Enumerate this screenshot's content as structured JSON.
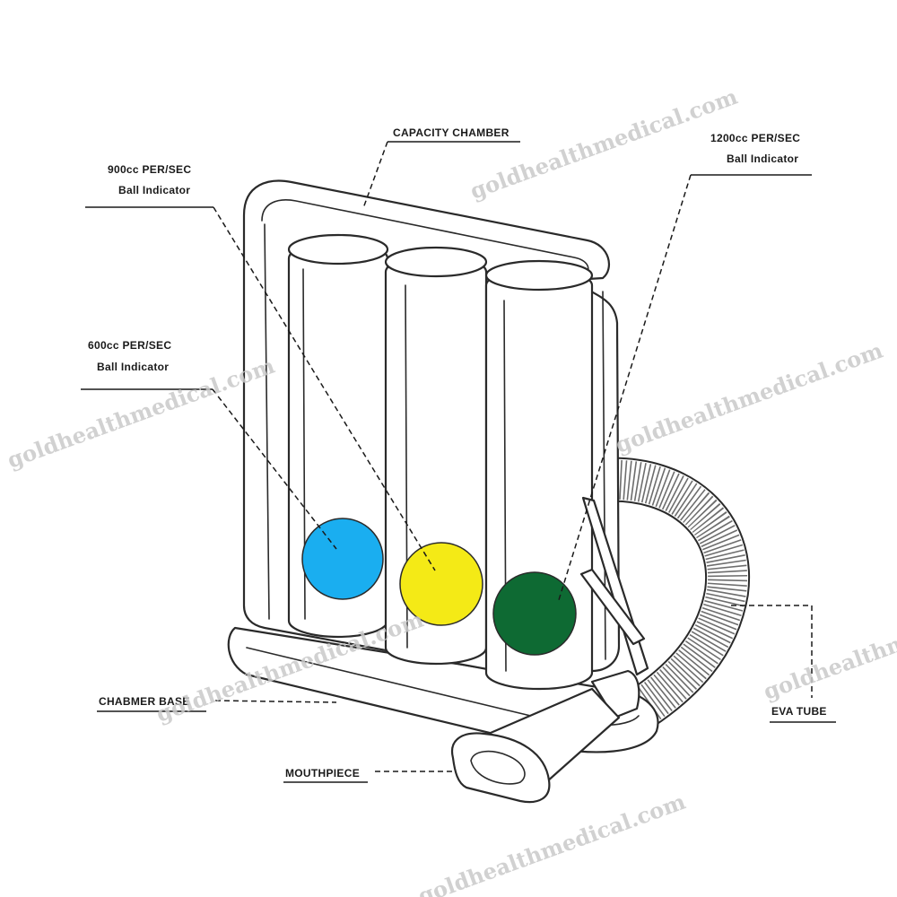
{
  "labels": {
    "capacity_chamber": "CAPACITY CHAMBER",
    "ball_900_line1": "900cc PER/SEC",
    "ball_900_line2": "Ball Indicator",
    "ball_1200_line1": "1200cc PER/SEC",
    "ball_1200_line2": "Ball Indicator",
    "ball_600_line1": "600cc PER/SEC",
    "ball_600_line2": "Ball Indicator",
    "chamber_base": "CHABMER BASE",
    "mouthpiece": "MOUTHPIECE",
    "eva_tube": "EVA TUBE"
  },
  "balls": [
    {
      "name": "600cc",
      "color": "#1aaef0"
    },
    {
      "name": "900cc",
      "color": "#f4ea16"
    },
    {
      "name": "1200cc",
      "color": "#0e6a33"
    }
  ],
  "watermark": "goldhealthmedical.com"
}
